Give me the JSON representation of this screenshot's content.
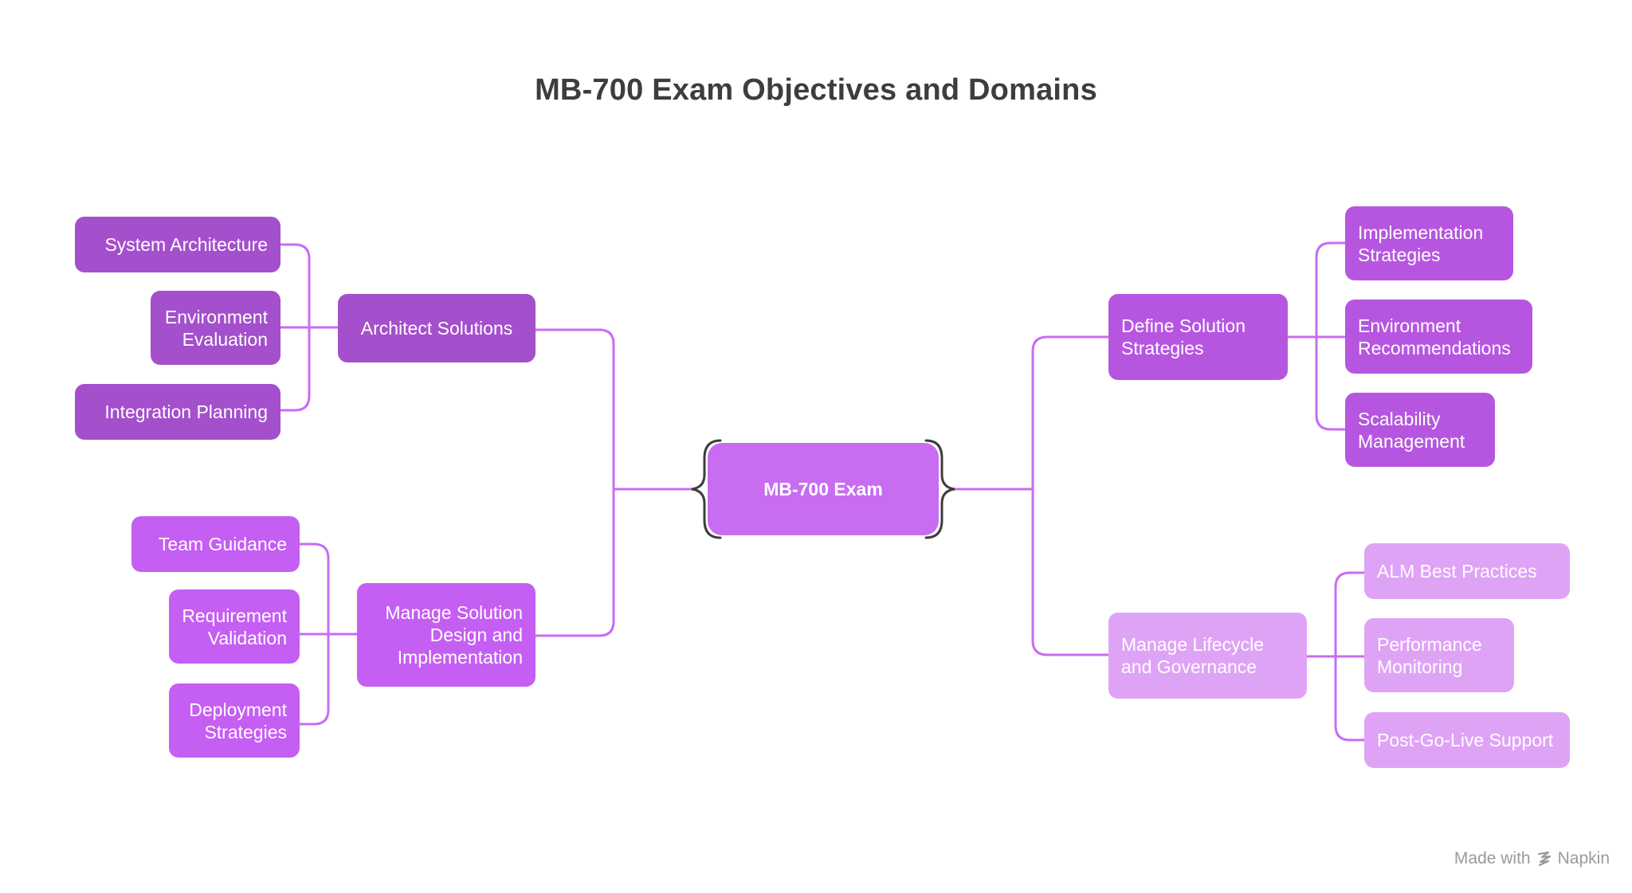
{
  "title": "MB-700 Exam Objectives and Domains",
  "center": "MB-700 Exam",
  "branches": [
    {
      "id": "architect",
      "label": "Architect Solutions",
      "children": [
        "System Architecture",
        "Environment Evaluation",
        "Integration Planning"
      ]
    },
    {
      "id": "manage-design",
      "label": "Manage Solution Design and Implementation",
      "children": [
        "Team Guidance",
        "Requirement Validation",
        "Deployment Strategies"
      ]
    },
    {
      "id": "define",
      "label": "Define Solution Strategies",
      "children": [
        "Implementation Strategies",
        "Environment Recommendations",
        "Scalability Management"
      ]
    },
    {
      "id": "lifecycle",
      "label": "Manage Lifecycle and Governance",
      "children": [
        "ALM Best Practices",
        "Performance Monitoring",
        "Post-Go-Live Support"
      ]
    }
  ],
  "footer": {
    "made_with": "Made with",
    "brand": "Napkin",
    "icon": "napkin-logo-icon"
  },
  "colors": {
    "architect": "#a44fcc",
    "manage_design": "#c55ef2",
    "define": "#b656e0",
    "lifecycle": "#dfa3f6",
    "center": "#c86cf2",
    "connector": "#c86cf2",
    "title": "#3d3d3d"
  }
}
